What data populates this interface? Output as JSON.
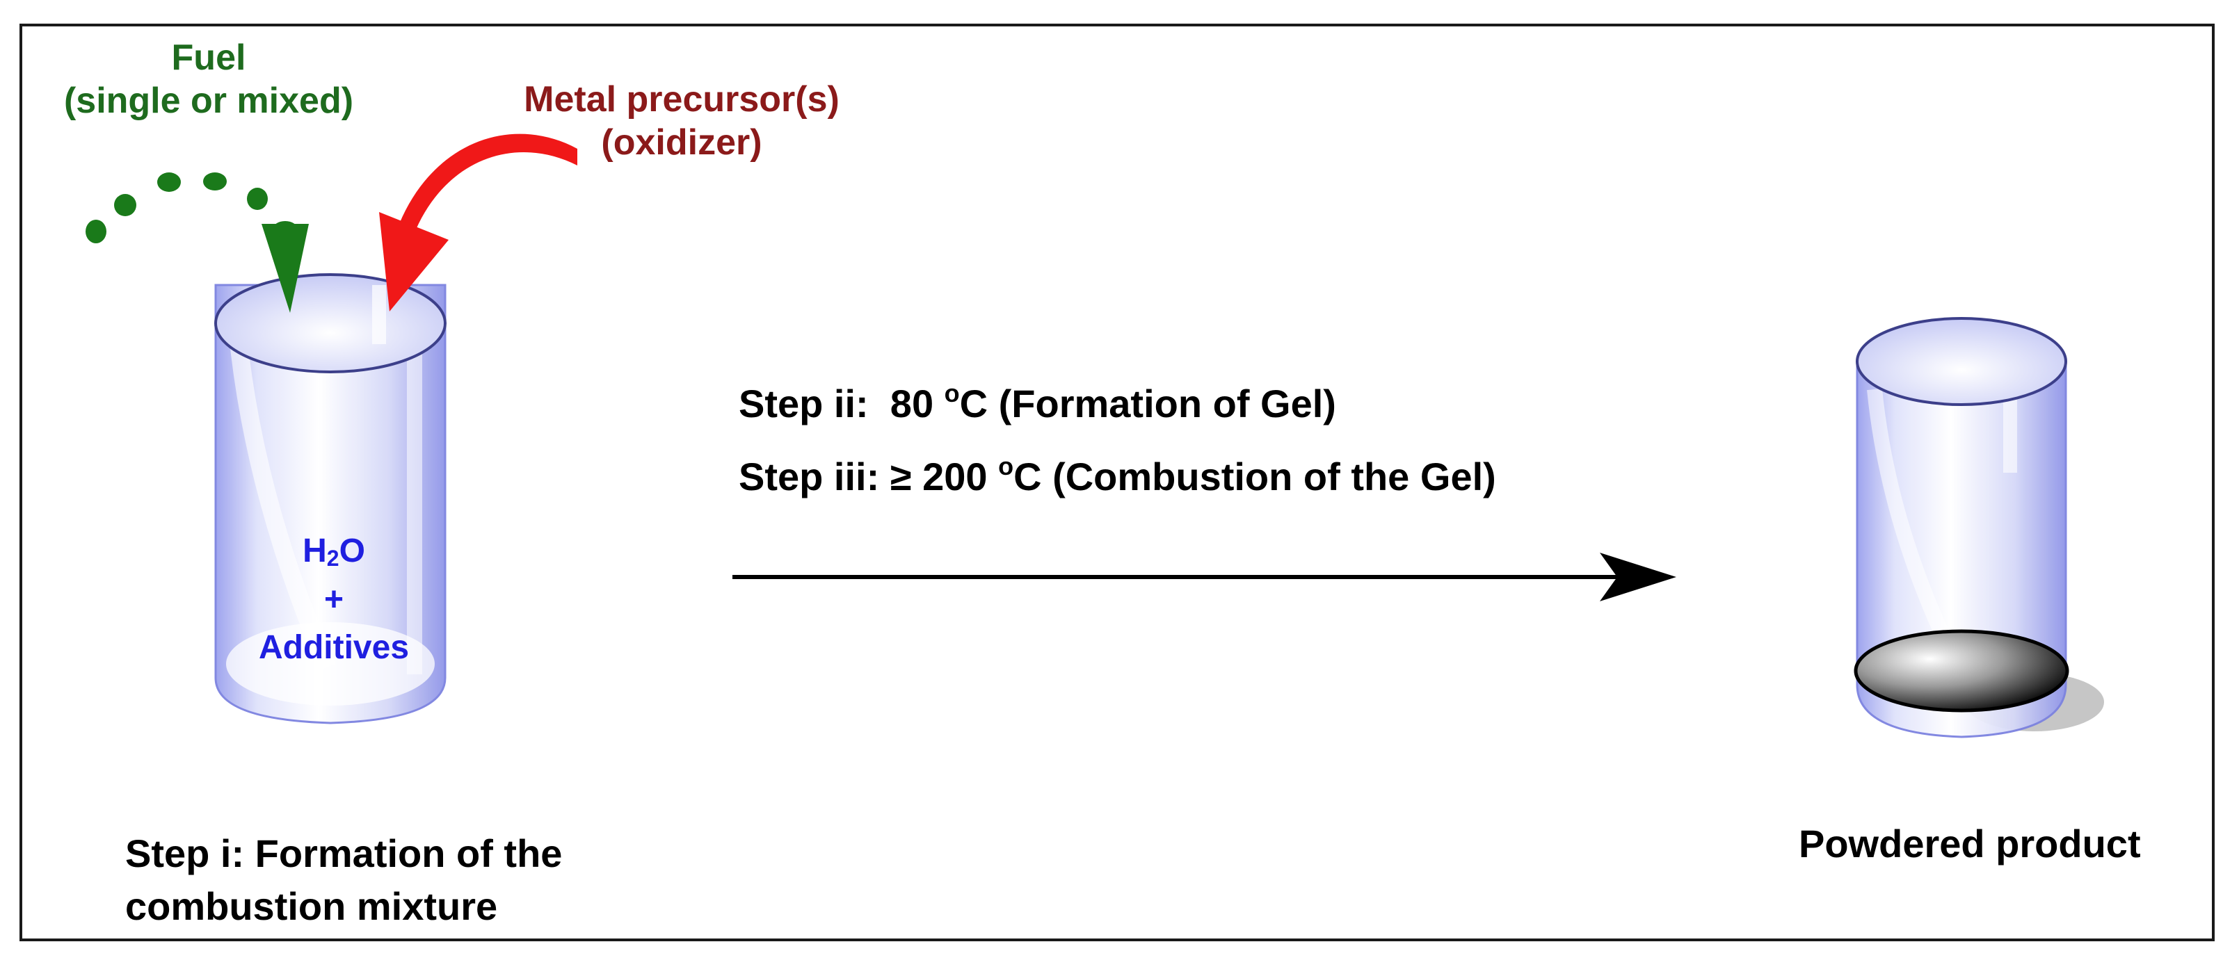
{
  "fuel_label": {
    "line1": "Fuel",
    "line2": "(single or mixed)"
  },
  "metal_label": {
    "line1": "Metal precursor(s)",
    "line2": "(oxidizer)"
  },
  "beaker_contents": {
    "water_h": "H",
    "water_sub": "2",
    "water_o": "O",
    "plus": "+",
    "additives": "Additives"
  },
  "reaction_conditions": {
    "step2_prefix": "Step ii:  80 ",
    "step2_deg": "o",
    "step2_suffix": "C (Formation of Gel)",
    "step3_prefix": "Step iii: ≥ 200 ",
    "step3_deg": "o",
    "step3_suffix": "C (Combustion of the Gel)"
  },
  "step1_label": {
    "line1": "Step i: Formation of the",
    "line2": "combustion mixture"
  },
  "product_label": "Powdered product",
  "colors": {
    "fuel": "#1e6b1e",
    "metal": "#8b1a1a",
    "contents": "#1f1fe0",
    "red_arrow": "#f01818",
    "green_dots": "#1a7a1a",
    "text": "#000000"
  },
  "icons": [
    "beaker-icon",
    "dotted-green-arrow-icon",
    "curved-red-arrow-icon",
    "reaction-arrow-icon",
    "beaker-with-powder-icon"
  ]
}
